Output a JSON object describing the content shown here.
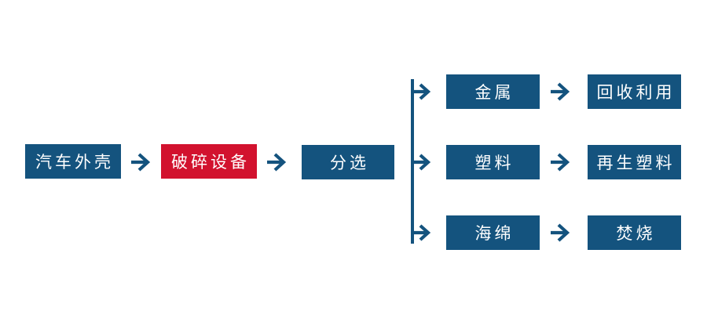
{
  "diagram": {
    "type": "flowchart",
    "description": "Car shell recycling process flow",
    "colors": {
      "node_blue": "#14537e",
      "node_red": "#d2122e",
      "connector_blue": "#14537e",
      "text_white": "#ffffff",
      "background": "#ffffff"
    },
    "main_flow": {
      "nodes": [
        {
          "label": "汽车外壳",
          "style": "blue"
        },
        {
          "label": "破碎设备",
          "style": "red"
        },
        {
          "label": "分选",
          "style": "blue"
        }
      ]
    },
    "branches": [
      {
        "material": "金属",
        "result": "回收利用"
      },
      {
        "material": "塑料",
        "result": "再生塑料"
      },
      {
        "material": "海绵",
        "result": "焚烧"
      }
    ]
  }
}
